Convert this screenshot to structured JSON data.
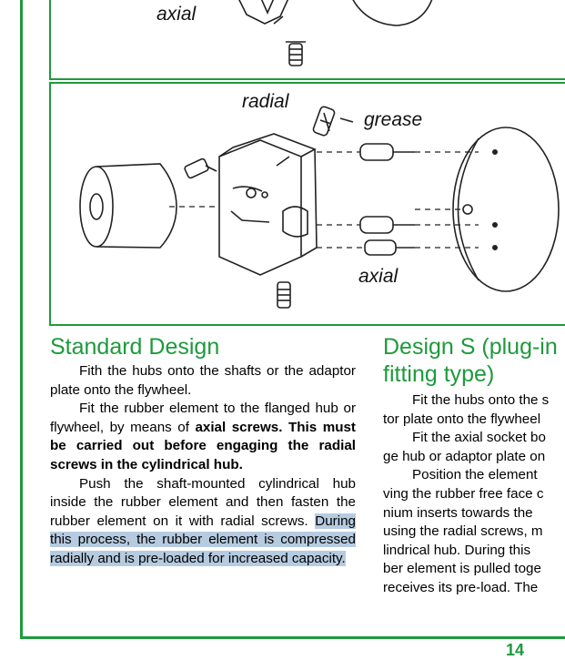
{
  "figures": {
    "top_label_axial": "axial",
    "bottom_label_radial": "radial",
    "bottom_label_grease": "grease",
    "bottom_label_axial": "axial"
  },
  "standard_design": {
    "heading": "Standard Design",
    "p1": "Fith the hubs onto the shafts or the adaptor plate onto the flywheel.",
    "p2_plain": "Fit the rubber element to the flanged hub or flywheel, by means of ",
    "p2_bold": "axial screws. This must be carried out before engaging the radial screws in the cylindrical hub.",
    "p3_plain": "Push the shaft-mounted cylindrical hub inside the rubber element and then fasten the rubber element on it with radial screws. ",
    "p3_highlight": "During this process, the rubber element is compressed radially and is pre-loaded for increased capacity."
  },
  "design_s": {
    "heading_line1": "Design S (plug-in",
    "heading_line2": "fitting type)",
    "lines": [
      "Fit the hubs onto the s",
      "tor plate onto the flywheel",
      "Fit the axial socket bo",
      "ge hub or adaptor plate on",
      "Position the element",
      "ving the rubber free face c",
      "nium inserts towards the",
      "using the radial screws, m",
      "lindrical hub. During this",
      "ber element is pulled toge",
      "receives its pre-load. The"
    ]
  },
  "page_number": "14"
}
